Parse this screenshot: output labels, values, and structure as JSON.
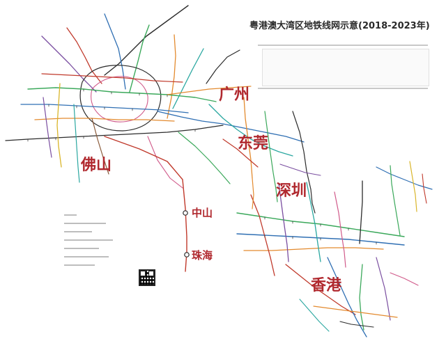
{
  "map": {
    "title": "粤港澳大湾区地铁线网示意(2018-2023年)",
    "cities": [
      {
        "key": "guangzhou",
        "label": "广州"
      },
      {
        "key": "foshan",
        "label": "佛山"
      },
      {
        "key": "dongguan",
        "label": "东莞"
      },
      {
        "key": "shenzhen",
        "label": "深圳"
      },
      {
        "key": "zhongshan",
        "label": "中山"
      },
      {
        "key": "zhuhai",
        "label": "珠海"
      },
      {
        "key": "hongkong",
        "label": "香港"
      }
    ],
    "colors": {
      "city_label": "#b0282e",
      "line_green": "#3aa85a",
      "line_red": "#c0392b",
      "line_blue": "#2f6fb3",
      "line_orange": "#e38a2e",
      "line_purple": "#7a4ea0",
      "line_teal": "#2aa7a0",
      "line_dark": "#2b2b2b",
      "line_pink": "#d05a8a",
      "line_yellow": "#d9b52a",
      "line_brown": "#8a5a3a"
    }
  }
}
